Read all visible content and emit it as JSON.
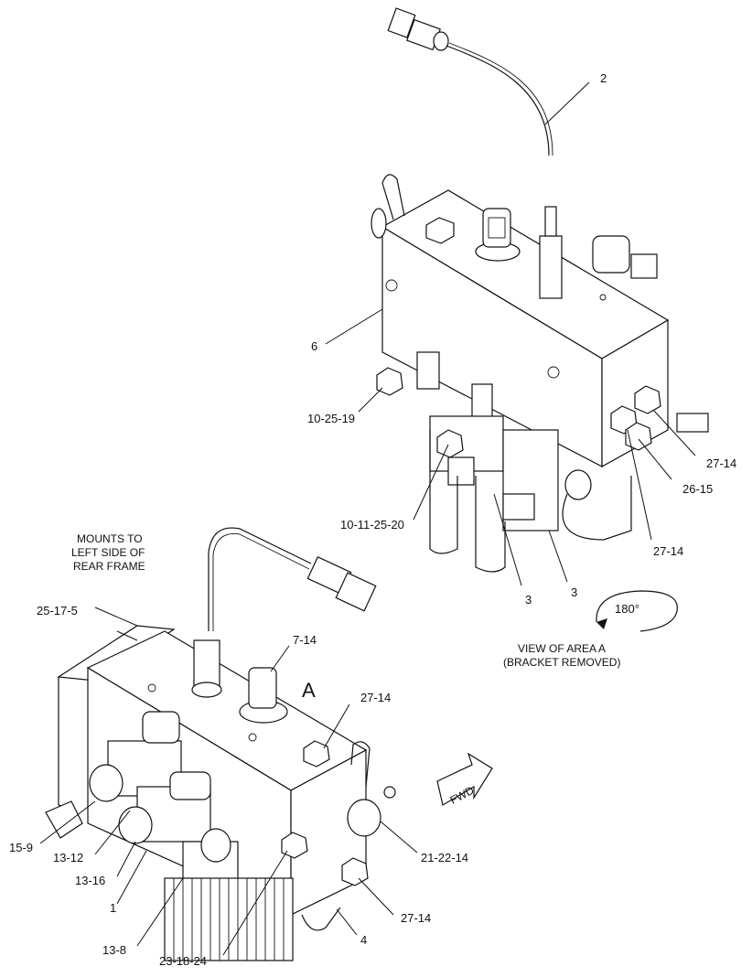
{
  "top_view": {
    "labels": {
      "l2": "2",
      "l6": "6",
      "l10_25_19": "10-25-19",
      "l10_11_25_20": "10-11-25-20",
      "l3a": "3",
      "l3b": "3",
      "l27_14_a": "27-14",
      "l26_15": "26-15",
      "l27_14_b": "27-14"
    },
    "rotation_label": "180°",
    "view_caption_line1": "VIEW OF AREA  A",
    "view_caption_line2": "(BRACKET REMOVED)"
  },
  "bottom_view": {
    "mounts_note_line1": "MOUNTS TO",
    "mounts_note_line2": "LEFT SIDE OF",
    "mounts_note_line3": "REAR FRAME",
    "labels": {
      "l25_17_5": "25-17-5",
      "l7_14": "7-14",
      "lA": "A",
      "l27_14_c": "27-14",
      "l15_9": "15-9",
      "l13_12": "13-12",
      "l13_16": "13-16",
      "l1": "1",
      "l13_8": "13-8",
      "l23_18_24": "23-18-24",
      "l4": "4",
      "l27_14_d": "27-14",
      "l21_22_14": "21-22-14"
    },
    "fwd_label": "FWD"
  }
}
